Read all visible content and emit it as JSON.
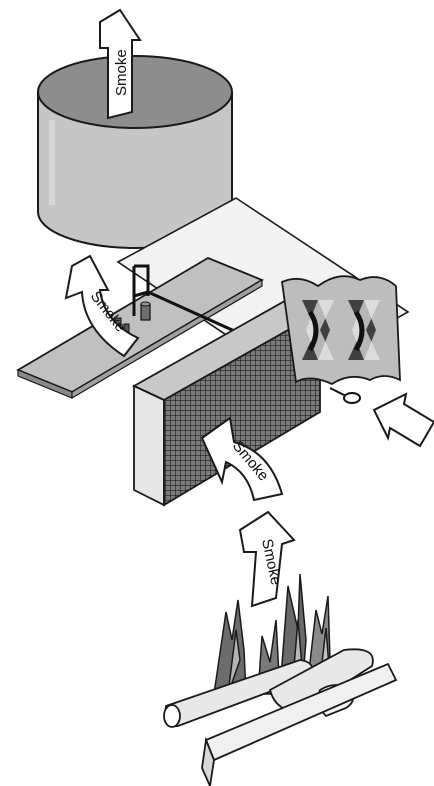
{
  "labels": {
    "top_arrow": "Smoke",
    "left_arrow": "Smoke",
    "center_arrow": "Smoke",
    "bottom_arrow": "Smoke"
  },
  "colors": {
    "outline": "#1a1a1a",
    "cylinder_top": "#8a8a8a",
    "cylinder_body": "#c8c8c8",
    "sheet": "#f2f2f2",
    "plate": "#bdbdbd",
    "flame_dark": "#6a6a6a",
    "flame_light": "#b0b0b0",
    "log": "#e6e6e6",
    "arrow_fill": "#ffffff"
  }
}
